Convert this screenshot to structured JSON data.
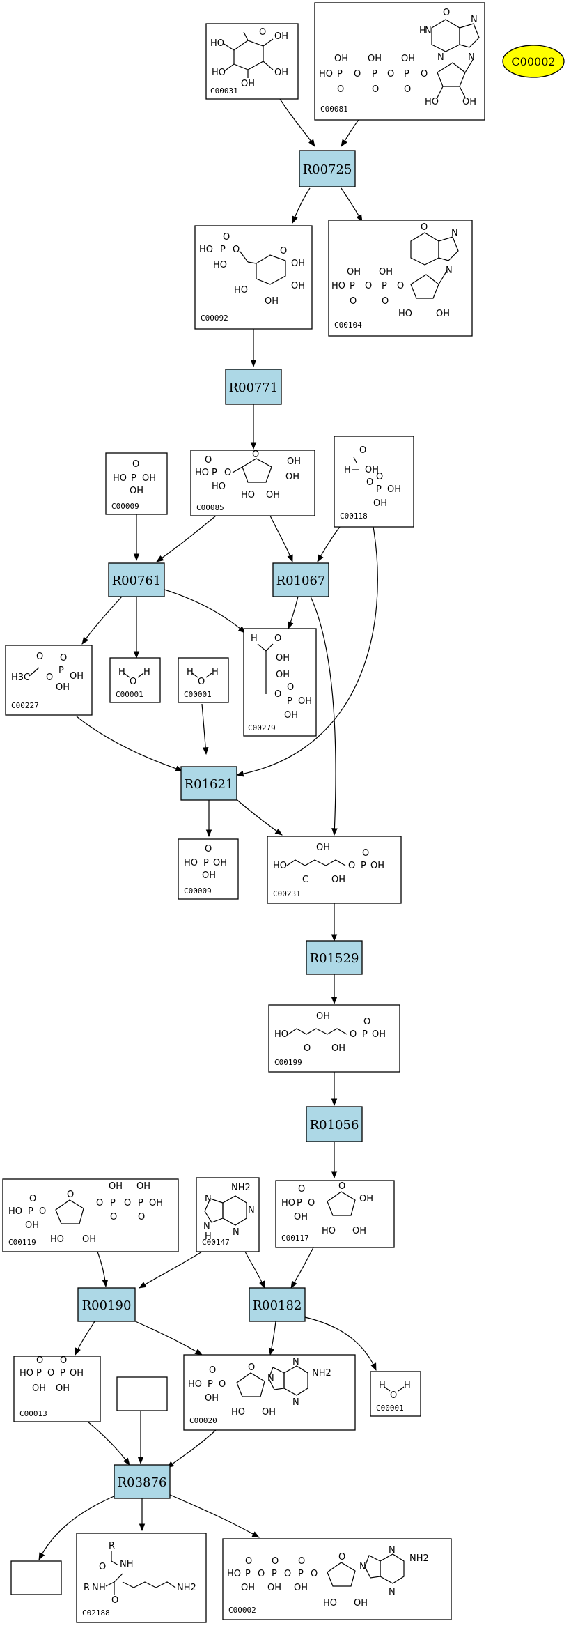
{
  "highlight": {
    "label": "C00002",
    "color": "#ffff00"
  },
  "reaction_color": "#add8e6",
  "reactions": {
    "r00725": "R00725",
    "r00771": "R00771",
    "r00761": "R00761",
    "r01067": "R01067",
    "r01621": "R01621",
    "r01529": "R01529",
    "r01056": "R01056",
    "r00190": "R00190",
    "r00182": "R00182",
    "r03876": "R03876"
  },
  "compounds": {
    "c00031": "C00031",
    "c00081": "C00081",
    "c00092": "C00092",
    "c00104": "C00104",
    "c00009a": "C00009",
    "c00085": "C00085",
    "c00118": "C00118",
    "c00227": "C00227",
    "c00001a": "C00001",
    "c00001b": "C00001",
    "c00279": "C00279",
    "c00009b": "C00009",
    "c00231": "C00231",
    "c00199": "C00199",
    "c00119": "C00119",
    "c00147": "C00147",
    "c00117": "C00117",
    "c00013": "C00013",
    "c00020": "C00020",
    "c00001c": "C00001",
    "c02188": "C02188",
    "c00002": "C00002"
  },
  "atoms": {
    "ho": "HO",
    "oh": "OH",
    "o": "O",
    "p": "P",
    "h": "H",
    "n": "N",
    "nh": "NH",
    "nh2": "NH2",
    "h3c": "H3C",
    "r": "R",
    "c": "C"
  }
}
